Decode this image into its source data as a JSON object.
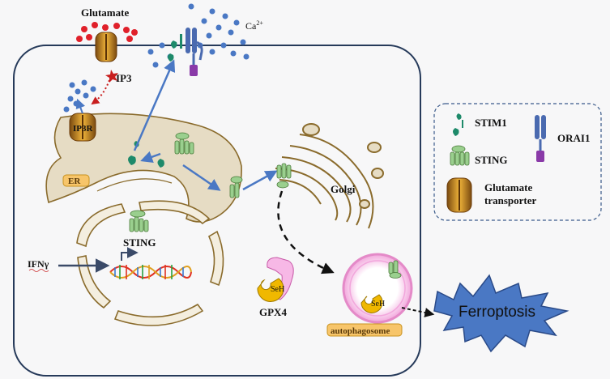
{
  "labels": {
    "glutamate": "Glutamate",
    "ca_main": "Ca",
    "ca_sup": "2+",
    "ip3": "IP3",
    "ip3r": "IP3R",
    "er": "ER",
    "golgi": "Golgi",
    "sting": "STING",
    "ifn": "IFNγ",
    "gpx4": "GPX4",
    "seh": "SeH",
    "autophagosome": "autophagosome",
    "ferroptosis": "Ferroptosis"
  },
  "legend": {
    "stim1": "STIM1",
    "orai1": "ORAI1",
    "sting": "STING",
    "glutamate_transporter_line1": "Glutamate",
    "glutamate_transporter_line2": "transporter"
  },
  "colors": {
    "cell_outline": "#263a5a",
    "organelle_fill": "#e6dcc4",
    "organelle_edge": "#8a6b2c",
    "arrow_blue": "#4a78c4",
    "calcium_dot": "#4a78c4",
    "glutamate_dot": "#e0202a",
    "stim1": "#1e8a6a",
    "sting": "#9acf8e",
    "orai1": "#4a6ab0",
    "orai1_base": "#8a3aa8",
    "transporter": "#c8921e",
    "ferroptosis_fill": "#4a78c4",
    "autophagosome_fill": "#f7b8e6",
    "label_tag": "#f7c56a"
  }
}
